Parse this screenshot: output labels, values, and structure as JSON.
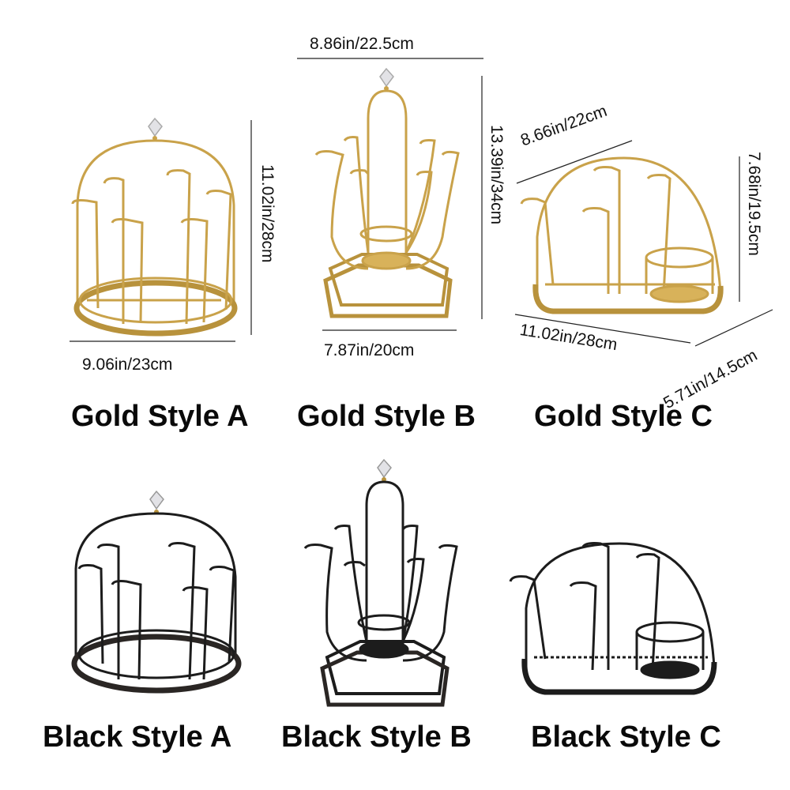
{
  "products": [
    {
      "caption": "Gold Style A",
      "dimensions": {
        "width": "9.06in/23cm",
        "height": "11.02in/28cm"
      }
    },
    {
      "caption": "Gold Style B",
      "dimensions": {
        "top_width": "8.86in/22.5cm",
        "height": "13.39in/34cm",
        "base_width": "7.87in/20cm"
      }
    },
    {
      "caption": "Gold Style C",
      "dimensions": {
        "depth_top": "8.66in/22cm",
        "height": "7.68in/19.5cm",
        "length": "11.02in/28cm",
        "depth": "5.71in/14.5cm"
      }
    },
    {
      "caption": "Black Style A"
    },
    {
      "caption": "Black Style B"
    },
    {
      "caption": "Black Style C"
    }
  ],
  "colors": {
    "gold": "#c9a24a",
    "gold_dark": "#a8822e",
    "black": "#1c1c1c",
    "crystal": "#d9d9de"
  }
}
